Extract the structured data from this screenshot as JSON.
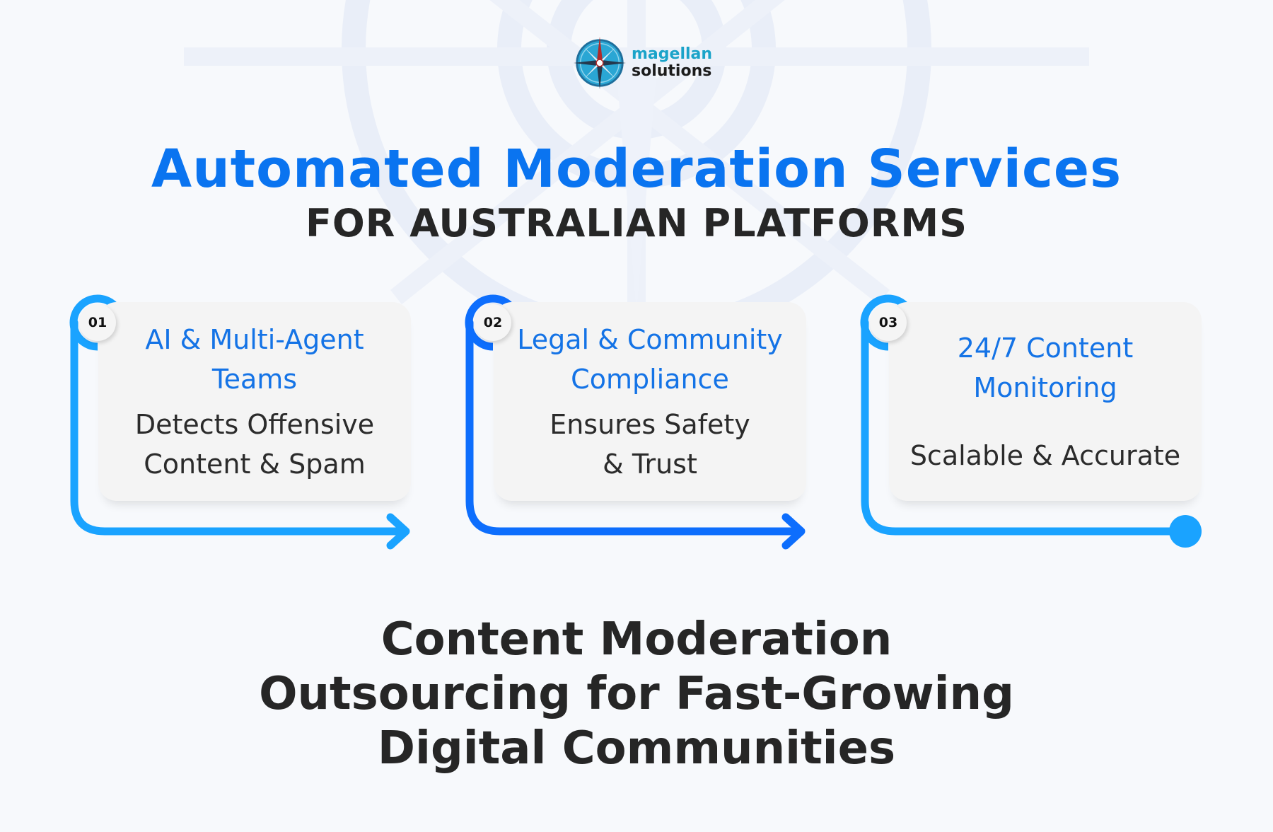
{
  "brand": {
    "logo_line1": "magellan",
    "logo_line2": "solutions",
    "logo_icon": "compass-icon"
  },
  "heading": {
    "title": "Automated Moderation Services",
    "subtitle": "FOR AUSTRALIAN PLATFORMS"
  },
  "steps": [
    {
      "number": "01",
      "title_lines": [
        "AI & Multi-Agent",
        "Teams"
      ],
      "desc_lines": [
        "Detects Offensive",
        "Content & Spam"
      ],
      "connector_color": "#1aa3ff",
      "end_marker": "arrow-icon"
    },
    {
      "number": "02",
      "title_lines": [
        "Legal & Community",
        "Compliance"
      ],
      "desc_lines": [
        "Ensures Safety",
        "& Trust"
      ],
      "connector_color": "#0d6efd",
      "end_marker": "arrow-icon"
    },
    {
      "number": "03",
      "title_lines": [
        "24/7 Content",
        "Monitoring"
      ],
      "desc_lines": [
        "Scalable & Accurate"
      ],
      "connector_color": "#1aa3ff",
      "end_marker": "dot-icon"
    }
  ],
  "footer": {
    "lines": [
      "Content Moderation",
      "Outsourcing for Fast-Growing",
      "Digital Communities"
    ]
  },
  "colors": {
    "background": "#f7f9fc",
    "title_blue": "#0a74f0",
    "card_title_blue": "#1473e6",
    "text_dark": "#262626",
    "card_bg": "#f4f4f4",
    "connector_light": "#1aa3ff",
    "connector_dark": "#0d6efd",
    "logo_teal": "#1aa3c9"
  }
}
